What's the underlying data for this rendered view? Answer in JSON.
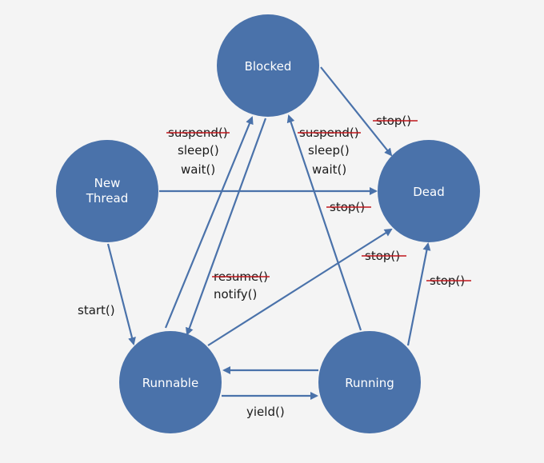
{
  "colors": {
    "node": "#4a72aa",
    "edge": "#4a72aa",
    "strike": "#c0171c",
    "text": "#1a1a1a",
    "background": "#f4f4f4"
  },
  "nodes": {
    "blocked": "Blocked",
    "dead": "Dead",
    "new_thread": [
      "New",
      "Thread"
    ],
    "runnable": "Runnable",
    "running": "Running"
  },
  "labels": {
    "left_group": [
      {
        "text": "suspend()",
        "deprecated": true
      },
      {
        "text": "sleep()",
        "deprecated": false
      },
      {
        "text": "wait()",
        "deprecated": false
      }
    ],
    "mid_group": [
      {
        "text": "suspend()",
        "deprecated": true
      },
      {
        "text": "sleep()",
        "deprecated": false
      },
      {
        "text": "wait()",
        "deprecated": false
      }
    ],
    "resume_group": [
      {
        "text": "resume()",
        "deprecated": true
      },
      {
        "text": "notify()",
        "deprecated": false
      }
    ],
    "stop_blocked_dead": {
      "text": "stop()",
      "deprecated": true
    },
    "stop_new_dead": {
      "text": "stop()",
      "deprecated": true
    },
    "stop_runnable_dead": {
      "text": "stop()",
      "deprecated": true
    },
    "stop_running_dead": {
      "text": "stop()",
      "deprecated": true
    },
    "start": {
      "text": "start()",
      "deprecated": false
    },
    "yield": {
      "text": "yield()",
      "deprecated": false
    }
  }
}
